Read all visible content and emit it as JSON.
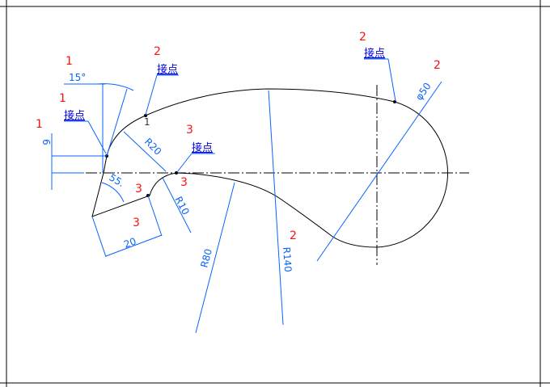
{
  "colors": {
    "outline": "#000000",
    "dimension": "#0a64ff",
    "step_number": "#ff1010",
    "tangent_label": "#0000e0"
  },
  "labels": {
    "step_angle": "1",
    "angle_15": "15°",
    "step_tangent1": "1",
    "tangent1": "接点",
    "step_offset": "1",
    "offset_6": "6",
    "step_tangent2": "2",
    "tangent2": "接点",
    "step_r20": "1",
    "r20": "R20",
    "step_tangent3": "3",
    "tangent3": "接点",
    "angle_55": "55.",
    "step_angle55": "3",
    "step_r10": "3",
    "r10": "R10",
    "step_20": "3",
    "dim_20": "20",
    "r80": "R80",
    "step_r140": "2",
    "r140": "R140",
    "step_tangent4": "2",
    "tangent4": "接点",
    "step_phi50": "2",
    "phi50": "φ50"
  }
}
